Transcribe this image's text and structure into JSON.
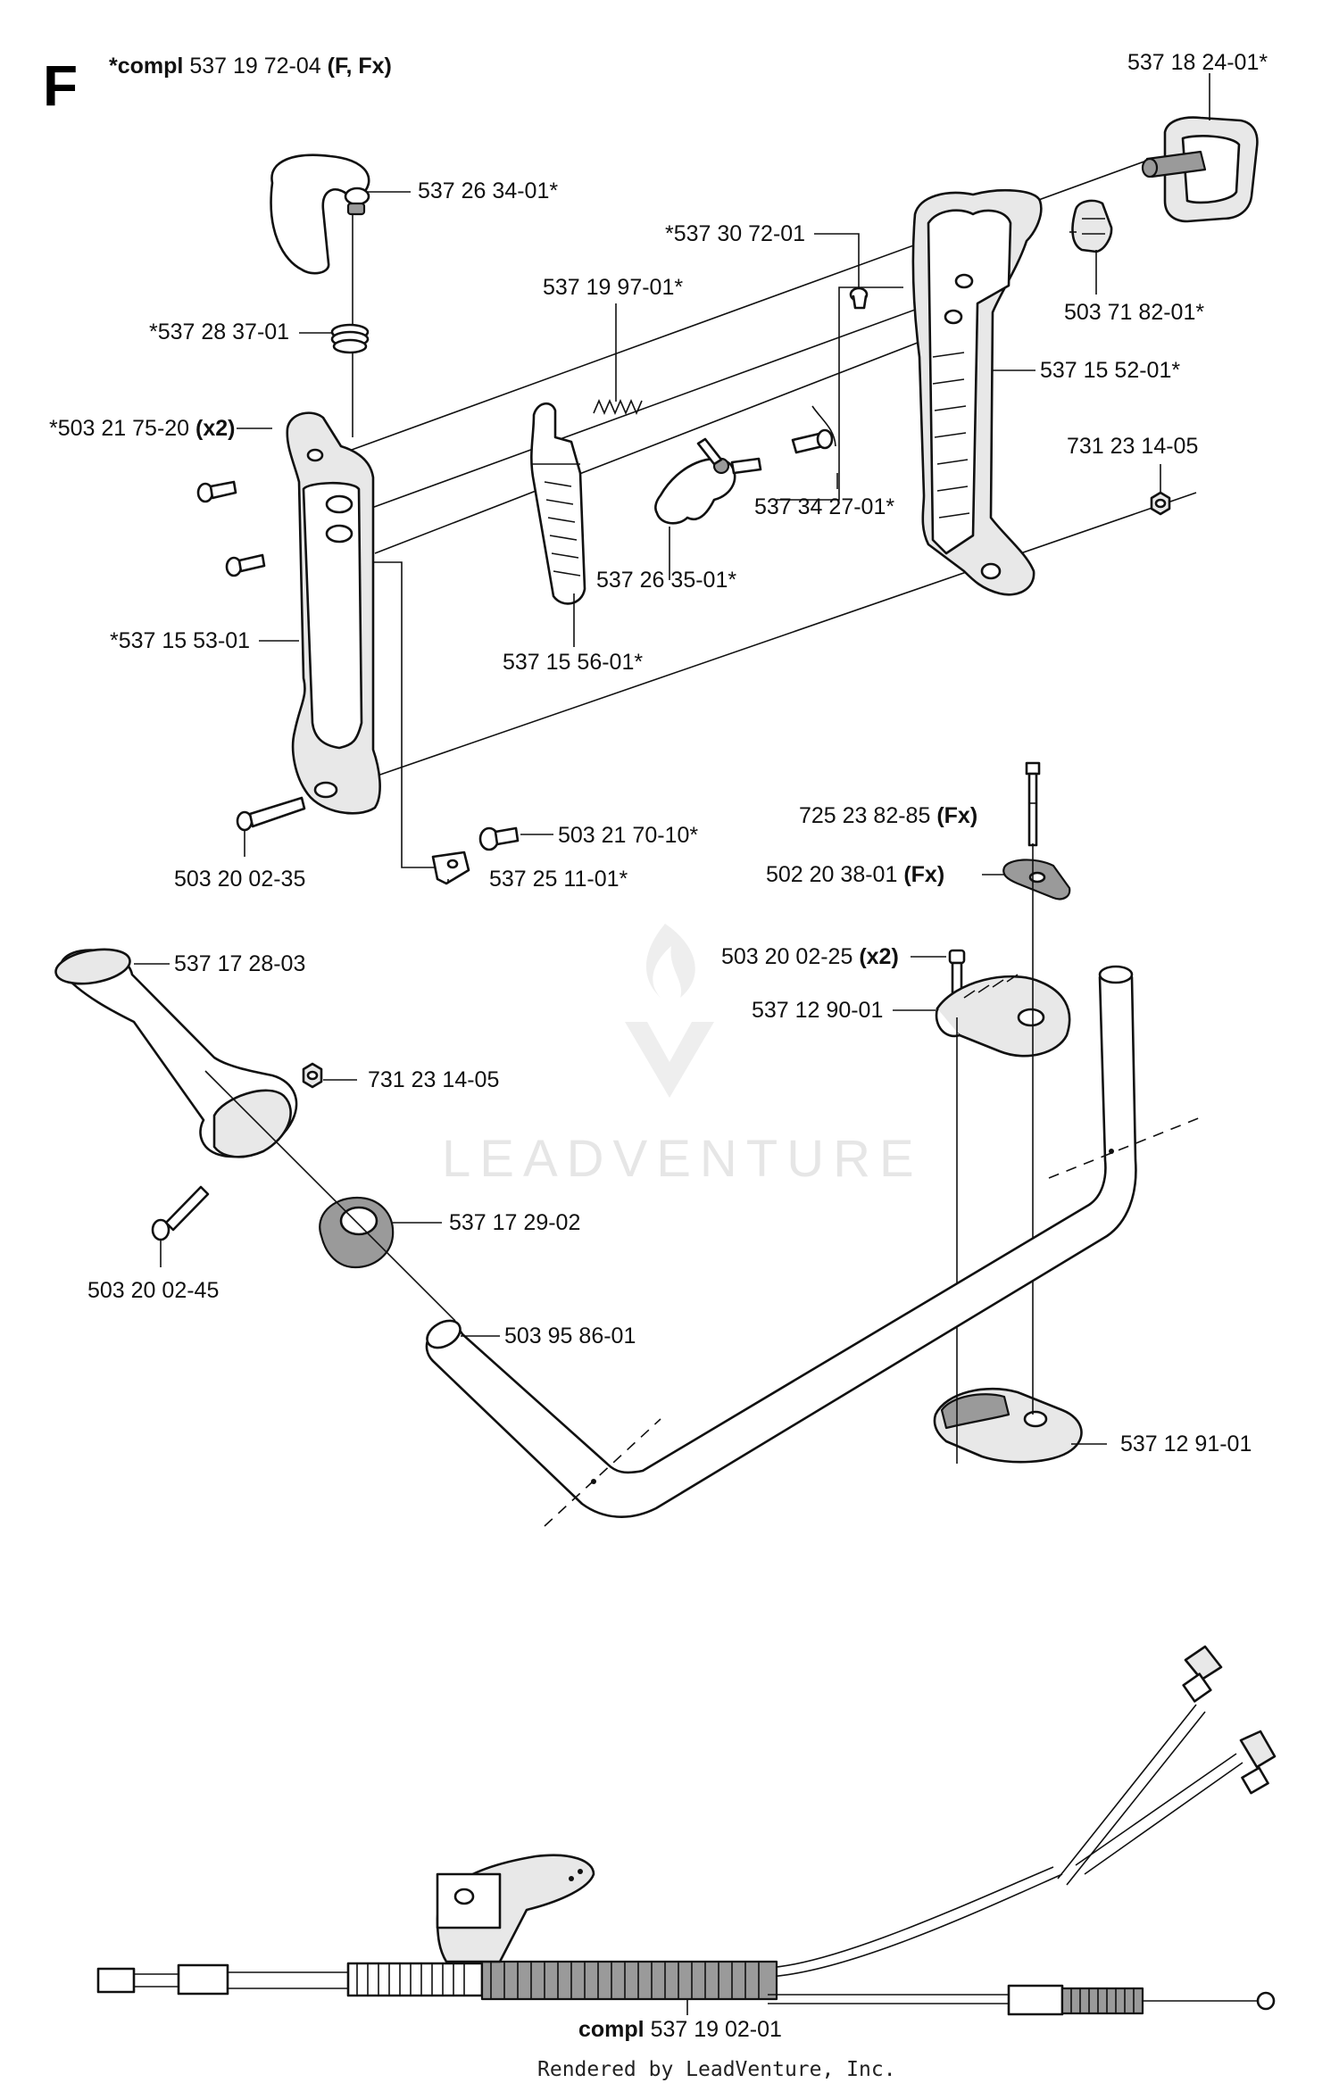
{
  "section_letter": "F",
  "header": {
    "prefix": "*compl",
    "number": "537 19 72-04",
    "suffix": "(F, Fx)"
  },
  "watermark": "LEADVENTURE",
  "footer": {
    "bottom_compl_prefix": "compl",
    "bottom_compl_number": "537 19 02-01",
    "rendered_by": "Rendered by LeadVenture, Inc."
  },
  "parts": [
    {
      "id": "p1",
      "number": "537 18 24-01*"
    },
    {
      "id": "p2",
      "number": "537 26 34-01*"
    },
    {
      "id": "p3",
      "number": "*537 30 72-01"
    },
    {
      "id": "p4",
      "number": "537 19 97-01*"
    },
    {
      "id": "p5",
      "number": "503 71 82-01*"
    },
    {
      "id": "p6",
      "number": "*537 28 37-01"
    },
    {
      "id": "p7",
      "number": "537 15 52-01*"
    },
    {
      "id": "p8",
      "number": "*503 21 75-20",
      "qualifier": "(x2)"
    },
    {
      "id": "p9",
      "number": "731 23 14-05"
    },
    {
      "id": "p10",
      "number": "537 34 27-01*"
    },
    {
      "id": "p11",
      "number": "537 26 35-01*"
    },
    {
      "id": "p12",
      "number": "*537 15 53-01"
    },
    {
      "id": "p13",
      "number": "537 15 56-01*"
    },
    {
      "id": "p14",
      "number": "725 23 82-85",
      "qualifier": "(Fx)"
    },
    {
      "id": "p15",
      "number": "503 21 70-10*"
    },
    {
      "id": "p16",
      "number": "503 20 02-35"
    },
    {
      "id": "p17",
      "number": "537 25 11-01*"
    },
    {
      "id": "p18",
      "number": "502 20 38-01",
      "qualifier": "(Fx)"
    },
    {
      "id": "p19",
      "number": "537 17 28-03"
    },
    {
      "id": "p20",
      "number": "503 20 02-25",
      "qualifier": "(x2)"
    },
    {
      "id": "p21",
      "number": "537 12 90-01"
    },
    {
      "id": "p22",
      "number": "731 23 14-05"
    },
    {
      "id": "p23",
      "number": "537 17 29-02"
    },
    {
      "id": "p24",
      "number": "503 20 02-45"
    },
    {
      "id": "p25",
      "number": "503 95 86-01"
    },
    {
      "id": "p26",
      "number": "537 12 91-01"
    }
  ]
}
